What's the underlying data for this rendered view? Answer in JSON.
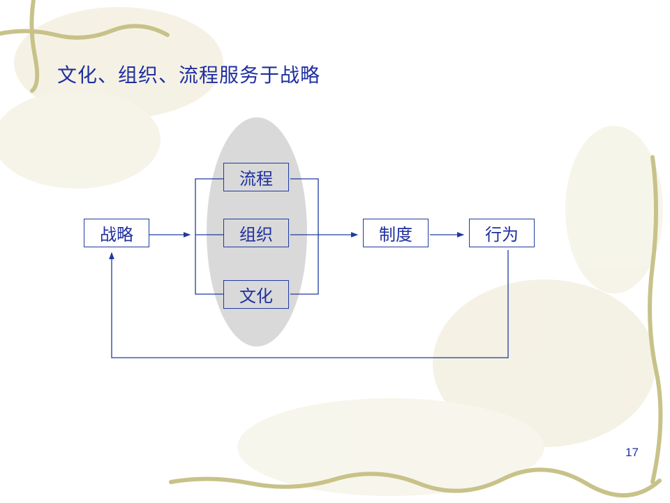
{
  "slide": {
    "title": "文化、组织、流程服务于战略",
    "page_number": "17"
  },
  "diagram": {
    "nodes": {
      "strategy": "战略",
      "process": "流程",
      "organization": "组织",
      "culture": "文化",
      "system": "制度",
      "behavior": "行为"
    }
  },
  "colors": {
    "text": "#1f2f9f",
    "line": "#1f3a9f",
    "ellipse": "#d9d9d9"
  }
}
